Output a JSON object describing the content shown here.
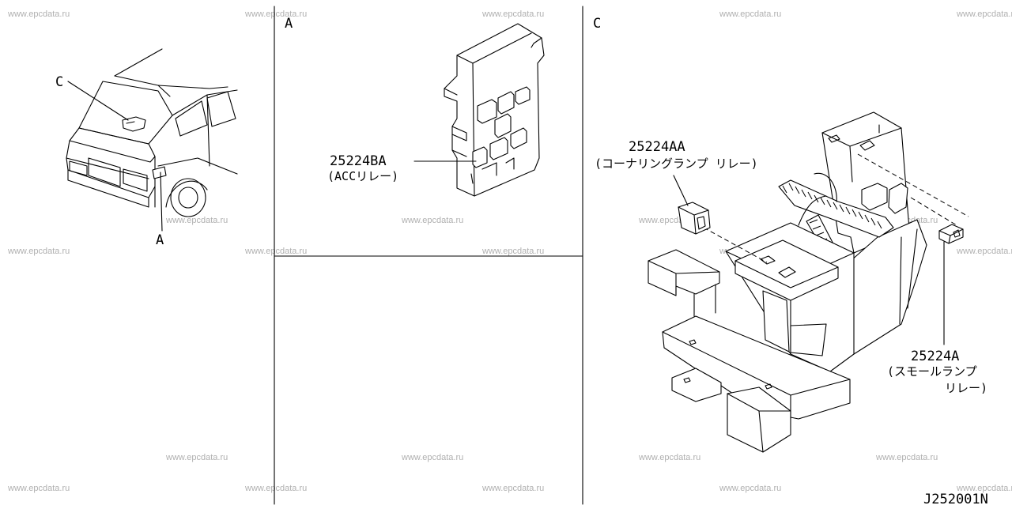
{
  "watermark": "www.epcdata.ru",
  "panels": {
    "vehicle": {
      "callout_c": "C",
      "callout_a": "A"
    },
    "detail_a": {
      "title": "A",
      "part_number": "25224BA",
      "part_name": "(ACCリレー)"
    },
    "detail_c": {
      "title": "C",
      "part1_number": "25224AA",
      "part1_name": "(コーナリングランプ リレー)",
      "part2_number": "25224A",
      "part2_name_line1": "(スモールランプ",
      "part2_name_line2": "リレー)"
    }
  },
  "diagram_code": "J252001N"
}
